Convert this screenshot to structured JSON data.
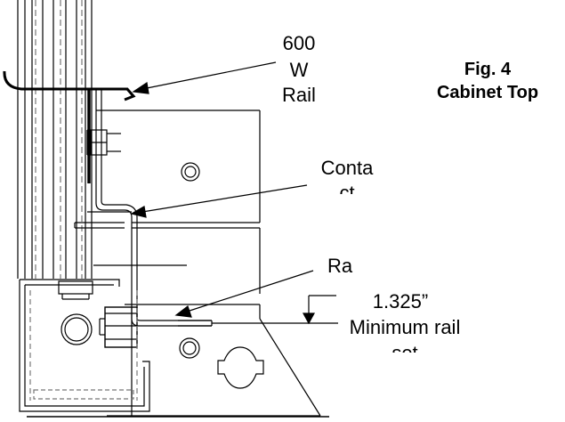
{
  "figure": {
    "number": "Fig. 4",
    "caption": "Cabinet Top"
  },
  "callouts": {
    "rail_type": {
      "line1": "600",
      "line2": "W",
      "line3": "Rail"
    },
    "contact": {
      "line1": "Conta",
      "line2": "ct"
    },
    "rail": {
      "line1": "Ra"
    },
    "offset": {
      "value": "1.325”",
      "line2": "Minimum rail",
      "line3": "set"
    }
  },
  "colors": {
    "line": "#000000",
    "hidden_line": "#777777",
    "background": "#ffffff"
  }
}
